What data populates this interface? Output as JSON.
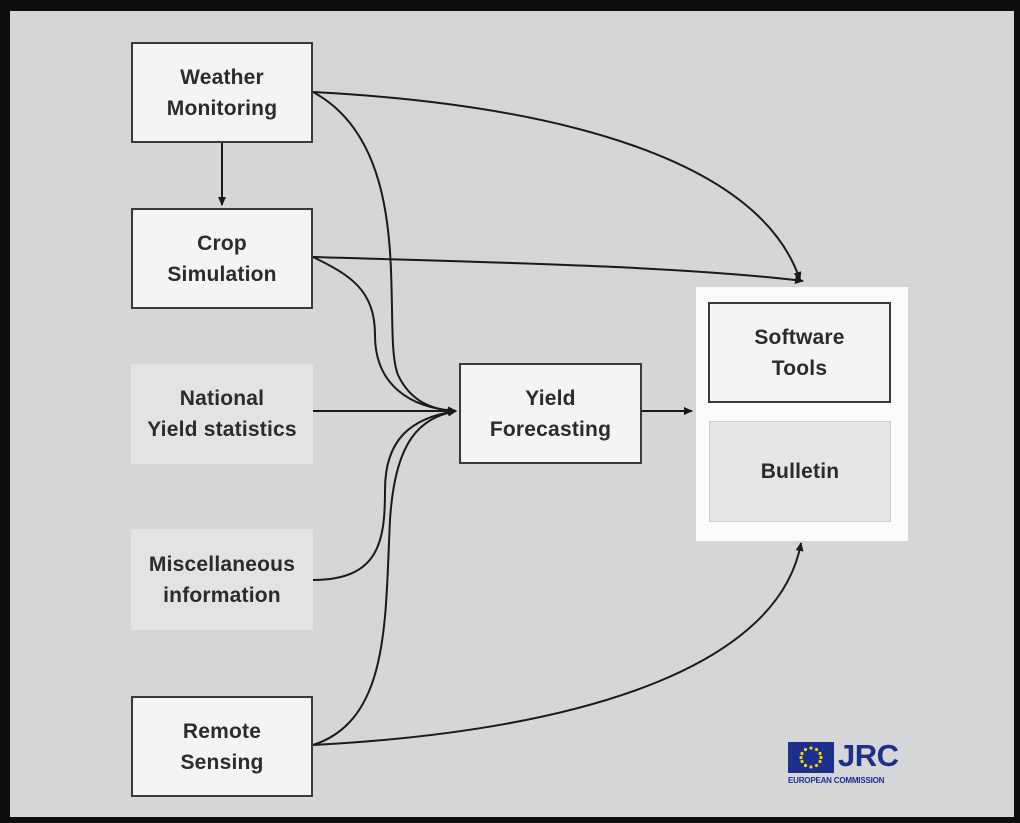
{
  "nodes": {
    "weather_monitoring": {
      "line1": "Weather",
      "line2": "Monitoring"
    },
    "crop_simulation": {
      "line1": "Crop",
      "line2": "Simulation"
    },
    "national_yield": {
      "line1": "National",
      "line2": "Yield statistics"
    },
    "misc_information": {
      "line1": "Miscellaneous",
      "line2": "information"
    },
    "remote_sensing": {
      "line1": "Remote",
      "line2": "Sensing"
    },
    "yield_forecasting": {
      "line1": "Yield",
      "line2": "Forecasting"
    },
    "software_tools": {
      "line1": "Software",
      "line2": "Tools"
    },
    "bulletin": {
      "label": "Bulletin"
    }
  },
  "logo": {
    "name": "JRC",
    "subtitle": "EUROPEAN COMMISSION",
    "color": "#1d2f8c",
    "star_color": "#f5d300"
  },
  "colors": {
    "background": "#d5d6d8",
    "frame": "#0d0d0d",
    "box_solid": "#f4f4f4",
    "box_soft": "#e3e3e3",
    "arrow": "#1a1a1a"
  },
  "edges": [
    {
      "from": "Weather Monitoring",
      "to": "Crop Simulation"
    },
    {
      "from": "Weather Monitoring",
      "to": "Yield Forecasting"
    },
    {
      "from": "Weather Monitoring",
      "to": "Software Tools"
    },
    {
      "from": "Crop Simulation",
      "to": "Yield Forecasting"
    },
    {
      "from": "Crop Simulation",
      "to": "Software Tools"
    },
    {
      "from": "National Yield statistics",
      "to": "Yield Forecasting"
    },
    {
      "from": "Miscellaneous information",
      "to": "Yield Forecasting"
    },
    {
      "from": "Remote Sensing",
      "to": "Yield Forecasting"
    },
    {
      "from": "Remote Sensing",
      "to": "Bulletin"
    },
    {
      "from": "Yield Forecasting",
      "to": "Software Tools"
    }
  ]
}
